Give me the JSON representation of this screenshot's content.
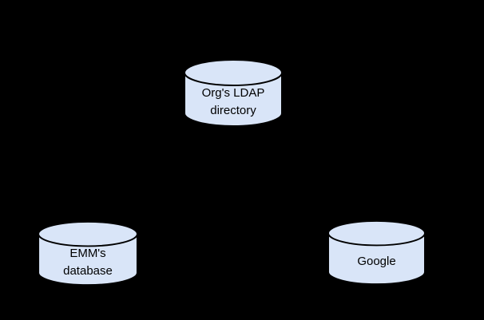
{
  "canvas": {
    "background_color": "#000000"
  },
  "diagram": {
    "type": "database-sync-diagram",
    "node_shape": "cylinder",
    "node_fill": "#d9e5f8",
    "node_stroke": "#000000",
    "node_text_color": "#000000",
    "nodes": [
      {
        "id": "org-ldap-directory",
        "lines": [
          "Org's LDAP",
          "directory"
        ]
      },
      {
        "id": "emm-database",
        "lines": [
          "EMM's",
          "database"
        ]
      },
      {
        "id": "google",
        "lines": [
          "Google"
        ]
      }
    ]
  }
}
